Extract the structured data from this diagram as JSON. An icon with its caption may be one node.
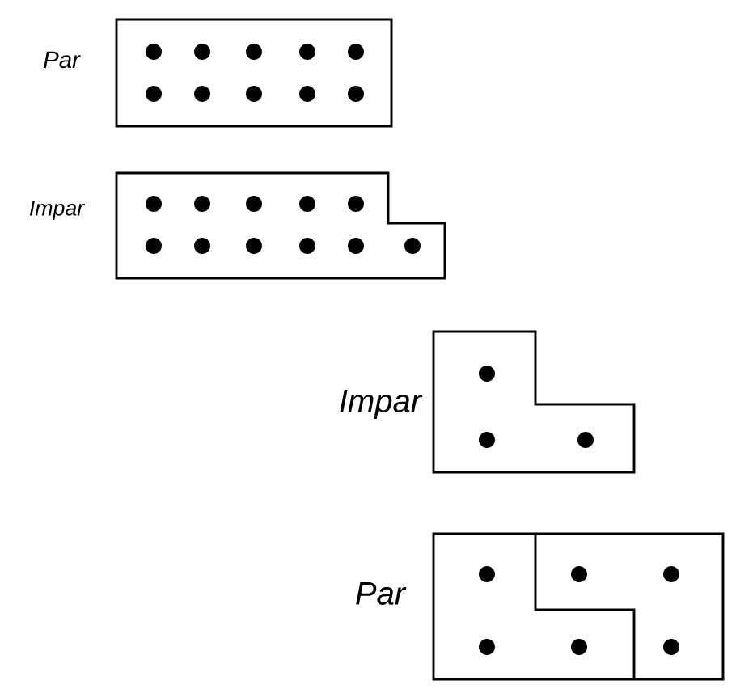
{
  "diagram": {
    "nodes": [
      {
        "text": [
          "Par"
        ]
      },
      {
        "text": [
          "Impar"
        ]
      },
      {
        "text": [
          "Impar"
        ]
      },
      {
        "text": [
          "Par"
        ]
      }
    ]
  }
}
